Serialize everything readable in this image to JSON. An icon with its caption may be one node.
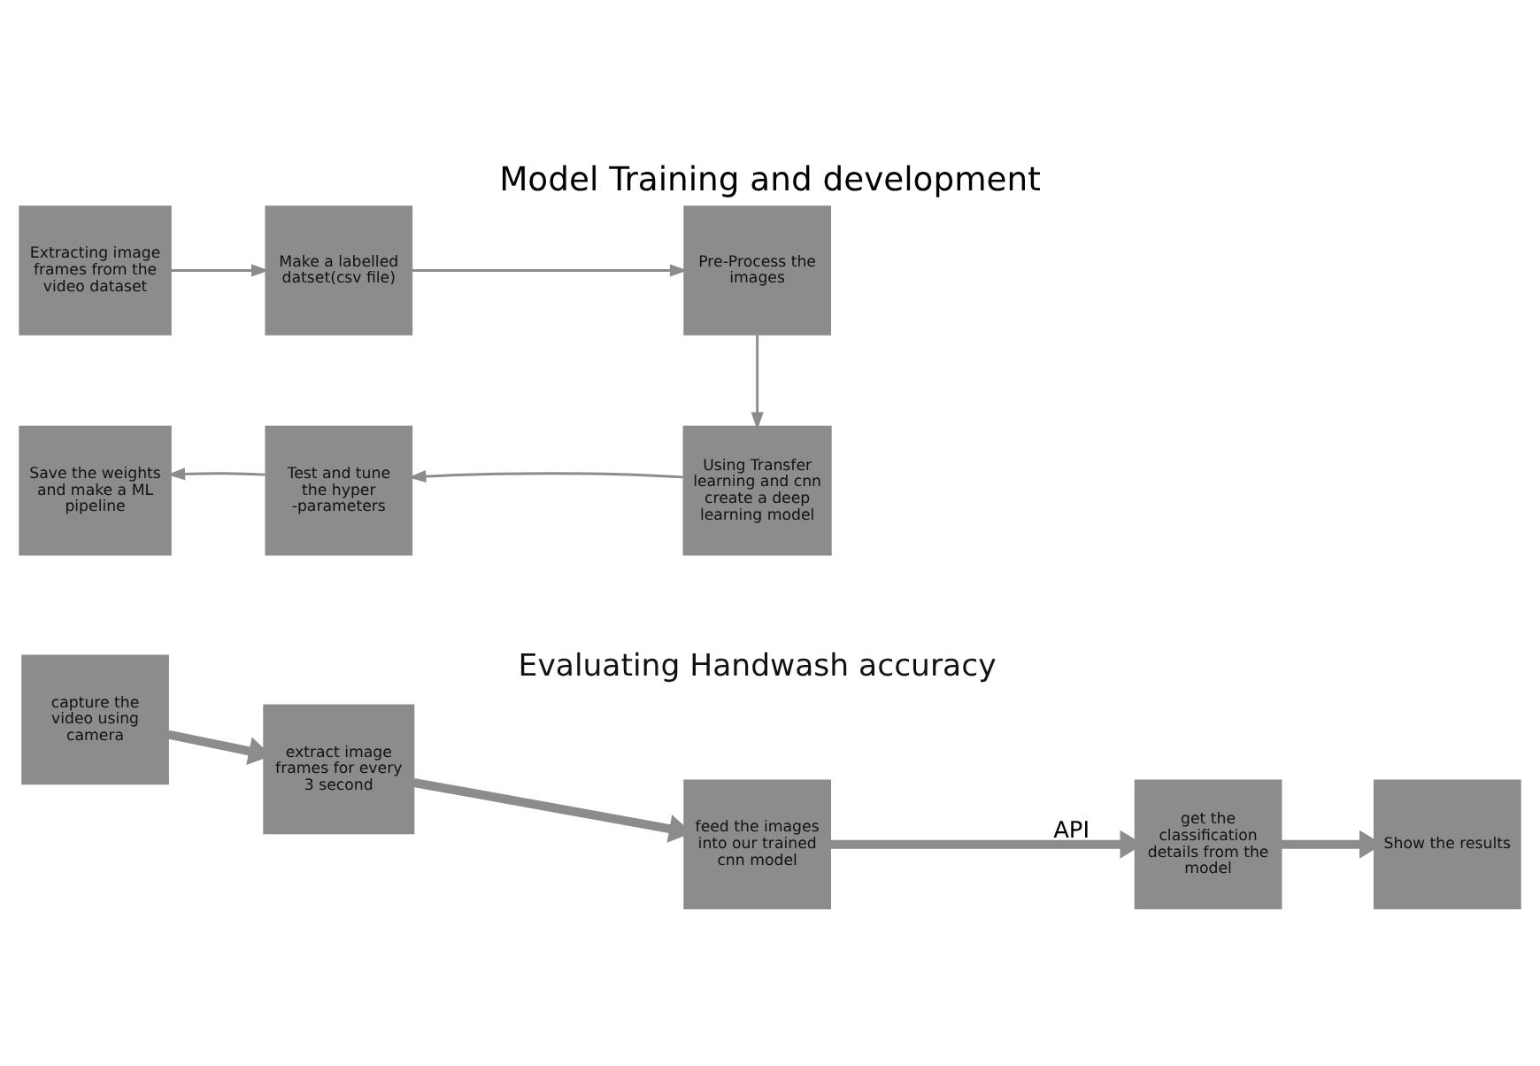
{
  "diagram": {
    "title": "Model Training and development",
    "nodes": [
      {
        "text": [
          "Extracting image frames from the video dataset"
        ]
      },
      {
        "text": [
          "Make a labelled datset(csv file)"
        ]
      },
      {
        "text": [
          "Pre-Process the images"
        ]
      },
      {
        "text": [
          "Using Transfer learning and cnn create a deep learning model"
        ]
      },
      {
        "text": [
          "Test and tune the hyper -parameters"
        ]
      },
      {
        "text": [
          "Save the weights and make a ML pipeline"
        ]
      },
      {
        "text": [
          "capture the video using camera"
        ]
      },
      {
        "text": [
          "extract image frames for every 3 second"
        ]
      },
      {
        "text": [
          "feed the images into our trained cnn model"
        ]
      },
      {
        "text": [
          "get the classification details from the model"
        ]
      },
      {
        "text": [
          "Show the results"
        ]
      }
    ],
    "edges": [
      {
        "from": 0,
        "to": 1,
        "arrow": "to"
      },
      {
        "from": 1,
        "to": 2,
        "arrow": "to"
      },
      {
        "from": 2,
        "to": 3,
        "arrow": "to"
      },
      {
        "from": 3,
        "to": 4,
        "arrow": "to"
      },
      {
        "from": 4,
        "to": 5,
        "arrow": "to"
      },
      {
        "from": 6,
        "to": 7,
        "arrow": "to",
        "style": "thick"
      },
      {
        "from": 7,
        "to": 8,
        "arrow": "to",
        "style": "thick"
      },
      {
        "from": 8,
        "to": 9,
        "arrow": "to",
        "style": "thick",
        "label": "API"
      },
      {
        "from": 9,
        "to": 10,
        "arrow": "to",
        "style": "thick"
      }
    ],
    "labels": [
      "Evaluating Handwash accuracy"
    ]
  }
}
